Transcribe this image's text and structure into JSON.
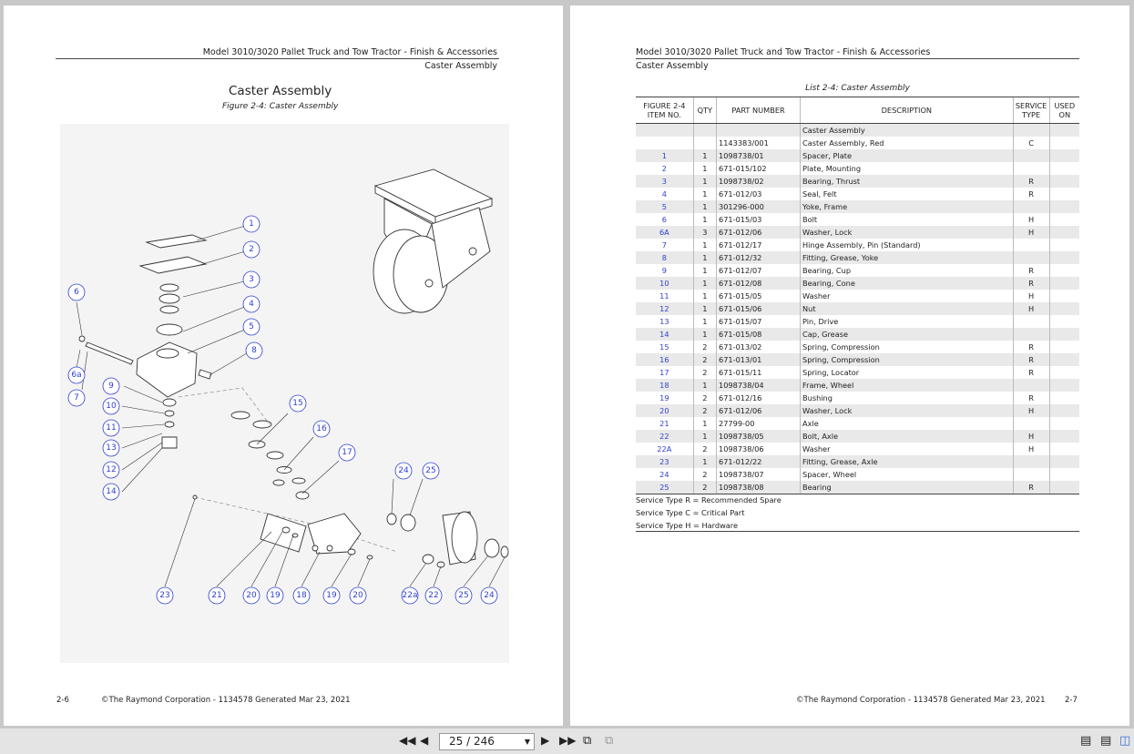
{
  "left_page": {
    "header_line1": "Model 3010/3020 Pallet Truck and Tow Tractor - Finish & Accessories",
    "header_line2": "Caster Assembly",
    "title": "Caster Assembly",
    "figure_caption": "Figure 2-4: Caster Assembly",
    "footer_page": "2-6",
    "footer_text": "©The Raymond Corporation - 1134578 Generated Mar 23, 2021",
    "callouts": [
      "1",
      "2",
      "3",
      "4",
      "5",
      "6",
      "6a",
      "7",
      "8",
      "9",
      "10",
      "11",
      "12",
      "13",
      "14",
      "15",
      "16",
      "17",
      "18",
      "19",
      "19",
      "20",
      "20",
      "21",
      "22",
      "22a",
      "23",
      "24",
      "24",
      "25",
      "25"
    ]
  },
  "right_page": {
    "header_line1": "Model 3010/3020 Pallet Truck and Tow Tractor - Finish & Accessories",
    "header_line2": "Caster Assembly",
    "list_title": "List 2-4: Caster Assembly",
    "columns": {
      "item": "FIGURE 2-4 ITEM NO.",
      "qty": "QTY",
      "part": "PART NUMBER",
      "desc": "DESCRIPTION",
      "svc": "SERVICE TYPE",
      "used": "USED ON"
    },
    "rows": [
      {
        "item": "",
        "qty": "",
        "part": "",
        "desc": "Caster Assembly",
        "svc": "",
        "used": ""
      },
      {
        "item": "",
        "qty": "",
        "part": "1143383/001",
        "desc": "Caster Assembly, Red",
        "svc": "C",
        "used": ""
      },
      {
        "item": "1",
        "qty": "1",
        "part": "1098738/01",
        "desc": "Spacer, Plate",
        "svc": "",
        "used": ""
      },
      {
        "item": "2",
        "qty": "1",
        "part": "671-015/102",
        "desc": "Plate, Mounting",
        "svc": "",
        "used": ""
      },
      {
        "item": "3",
        "qty": "1",
        "part": "1098738/02",
        "desc": "Bearing, Thrust",
        "svc": "R",
        "used": ""
      },
      {
        "item": "4",
        "qty": "1",
        "part": "671-012/03",
        "desc": "Seal, Felt",
        "svc": "R",
        "used": ""
      },
      {
        "item": "5",
        "qty": "1",
        "part": "301296-000",
        "desc": "Yoke, Frame",
        "svc": "",
        "used": ""
      },
      {
        "item": "6",
        "qty": "1",
        "part": "671-015/03",
        "desc": "Bolt",
        "svc": "H",
        "used": ""
      },
      {
        "item": "6A",
        "qty": "3",
        "part": "671-012/06",
        "desc": "Washer, Lock",
        "svc": "H",
        "used": ""
      },
      {
        "item": "7",
        "qty": "1",
        "part": "671-012/17",
        "desc": "Hinge Assembly, Pin (Standard)",
        "svc": "",
        "used": ""
      },
      {
        "item": "8",
        "qty": "1",
        "part": "671-012/32",
        "desc": "Fitting, Grease, Yoke",
        "svc": "",
        "used": ""
      },
      {
        "item": "9",
        "qty": "1",
        "part": "671-012/07",
        "desc": "Bearing, Cup",
        "svc": "R",
        "used": ""
      },
      {
        "item": "10",
        "qty": "1",
        "part": "671-012/08",
        "desc": "Bearing, Cone",
        "svc": "R",
        "used": ""
      },
      {
        "item": "11",
        "qty": "1",
        "part": "671-015/05",
        "desc": "Washer",
        "svc": "H",
        "used": ""
      },
      {
        "item": "12",
        "qty": "1",
        "part": "671-015/06",
        "desc": "Nut",
        "svc": "H",
        "used": ""
      },
      {
        "item": "13",
        "qty": "1",
        "part": "671-015/07",
        "desc": "Pin, Drive",
        "svc": "",
        "used": ""
      },
      {
        "item": "14",
        "qty": "1",
        "part": "671-015/08",
        "desc": "Cap, Grease",
        "svc": "",
        "used": ""
      },
      {
        "item": "15",
        "qty": "2",
        "part": "671-013/02",
        "desc": "Spring, Compression",
        "svc": "R",
        "used": ""
      },
      {
        "item": "16",
        "qty": "2",
        "part": "671-013/01",
        "desc": "Spring, Compression",
        "svc": "R",
        "used": ""
      },
      {
        "item": "17",
        "qty": "2",
        "part": "671-015/11",
        "desc": "Spring, Locator",
        "svc": "R",
        "used": ""
      },
      {
        "item": "18",
        "qty": "1",
        "part": "1098738/04",
        "desc": "Frame, Wheel",
        "svc": "",
        "used": ""
      },
      {
        "item": "19",
        "qty": "2",
        "part": "671-012/16",
        "desc": "Bushing",
        "svc": "R",
        "used": ""
      },
      {
        "item": "20",
        "qty": "2",
        "part": "671-012/06",
        "desc": "Washer, Lock",
        "svc": "H",
        "used": ""
      },
      {
        "item": "21",
        "qty": "1",
        "part": "27799-00",
        "desc": "Axle",
        "svc": "",
        "used": ""
      },
      {
        "item": "22",
        "qty": "1",
        "part": "1098738/05",
        "desc": "Bolt, Axle",
        "svc": "H",
        "used": ""
      },
      {
        "item": "22A",
        "qty": "2",
        "part": "1098738/06",
        "desc": "Washer",
        "svc": "H",
        "used": ""
      },
      {
        "item": "23",
        "qty": "1",
        "part": "671-012/22",
        "desc": "Fitting, Grease, Axle",
        "svc": "",
        "used": ""
      },
      {
        "item": "24",
        "qty": "2",
        "part": "1098738/07",
        "desc": "Spacer, Wheel",
        "svc": "",
        "used": ""
      },
      {
        "item": "25",
        "qty": "2",
        "part": "1098738/08",
        "desc": "Bearing",
        "svc": "R",
        "used": ""
      }
    ],
    "notes": [
      "Service Type R = Recommended Spare",
      "Service Type C = Critical Part",
      "Service Type H = Hardware"
    ],
    "footer_text": "©The Raymond Corporation - 1134578 Generated Mar 23, 2021",
    "footer_page": "2-7"
  },
  "toolbar": {
    "page_indicator": "25 / 246",
    "first_icon": "first-page-icon",
    "prev_icon": "prev-page-icon",
    "next_icon": "next-page-icon",
    "last_icon": "last-page-icon"
  }
}
